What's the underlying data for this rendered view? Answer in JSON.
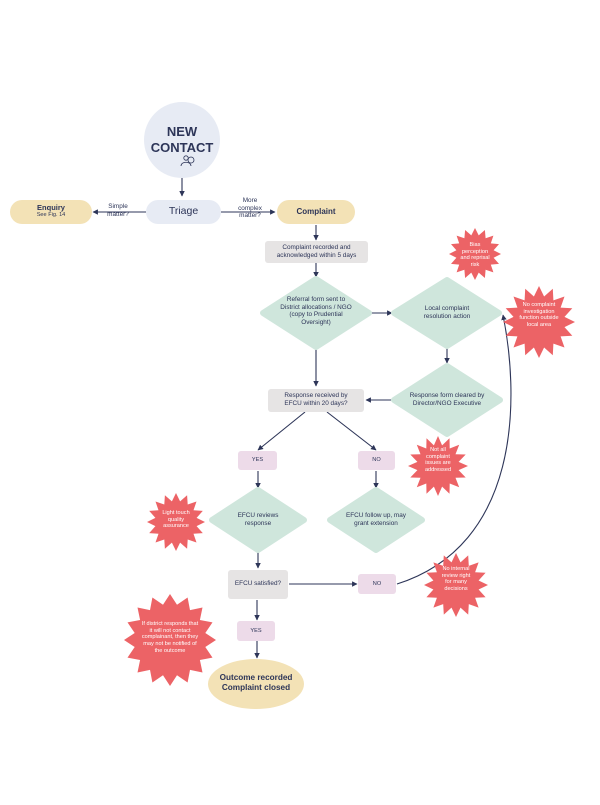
{
  "nodes": {
    "new_contact": [
      "NEW",
      "CONTACT"
    ],
    "triage": "Triage",
    "enquiry": "Enquiry",
    "enquiry_sub": "See Fig. 14",
    "complaint": "Complaint",
    "recorded": [
      "Complaint recorded and",
      "acknowledged within 5 days"
    ],
    "referral": [
      "Referral form sent to",
      "District allocations / NGO",
      "(copy to Prudential",
      "Oversight)"
    ],
    "local_resolution": [
      "Local complaint",
      "resolution action"
    ],
    "response_received": [
      "Response received by",
      "EFCU within 20 days?"
    ],
    "response_cleared": [
      "Response form cleared by",
      "Director/NGO Executive"
    ],
    "yes_1": "YES",
    "no_1": "NO",
    "efcu_reviews": [
      "EFCU reviews",
      "response"
    ],
    "efcu_follow_up": [
      "EFCU follow up, may",
      "grant extension"
    ],
    "efcu_satisfied": "EFCU satisfied?",
    "no_2": "NO",
    "yes_2": "YES",
    "outcome": [
      "Outcome recorded",
      "Complaint closed"
    ]
  },
  "edge_labels": {
    "simple": [
      "Simple",
      "matter?"
    ],
    "more_complex": [
      "More",
      "complex",
      "matter?"
    ]
  },
  "risks": {
    "bias": [
      "Bias",
      "perception",
      "and reprisal",
      "risk"
    ],
    "no_investigation": [
      "No complaint",
      "investigation",
      "function outside",
      "local area"
    ],
    "not_all": [
      "Not all",
      "complaint",
      "issues are",
      "addressed"
    ],
    "light_touch": [
      "Light touch",
      "quality",
      "assurance"
    ],
    "no_review": [
      "No internal",
      "review right",
      "for many",
      "decisions"
    ],
    "district": [
      "If district responds that",
      "it will not contact",
      "complainant, then they",
      "may not be notified of",
      "the outcome"
    ]
  },
  "colors": {
    "navy": "#2d3558",
    "mint": "#cfe6dc",
    "grey": "#e6e4e4",
    "pink": "#eddbe9",
    "cream": "#f3e2b6",
    "circle": "#e7ebf4",
    "red": "#ec6366"
  }
}
